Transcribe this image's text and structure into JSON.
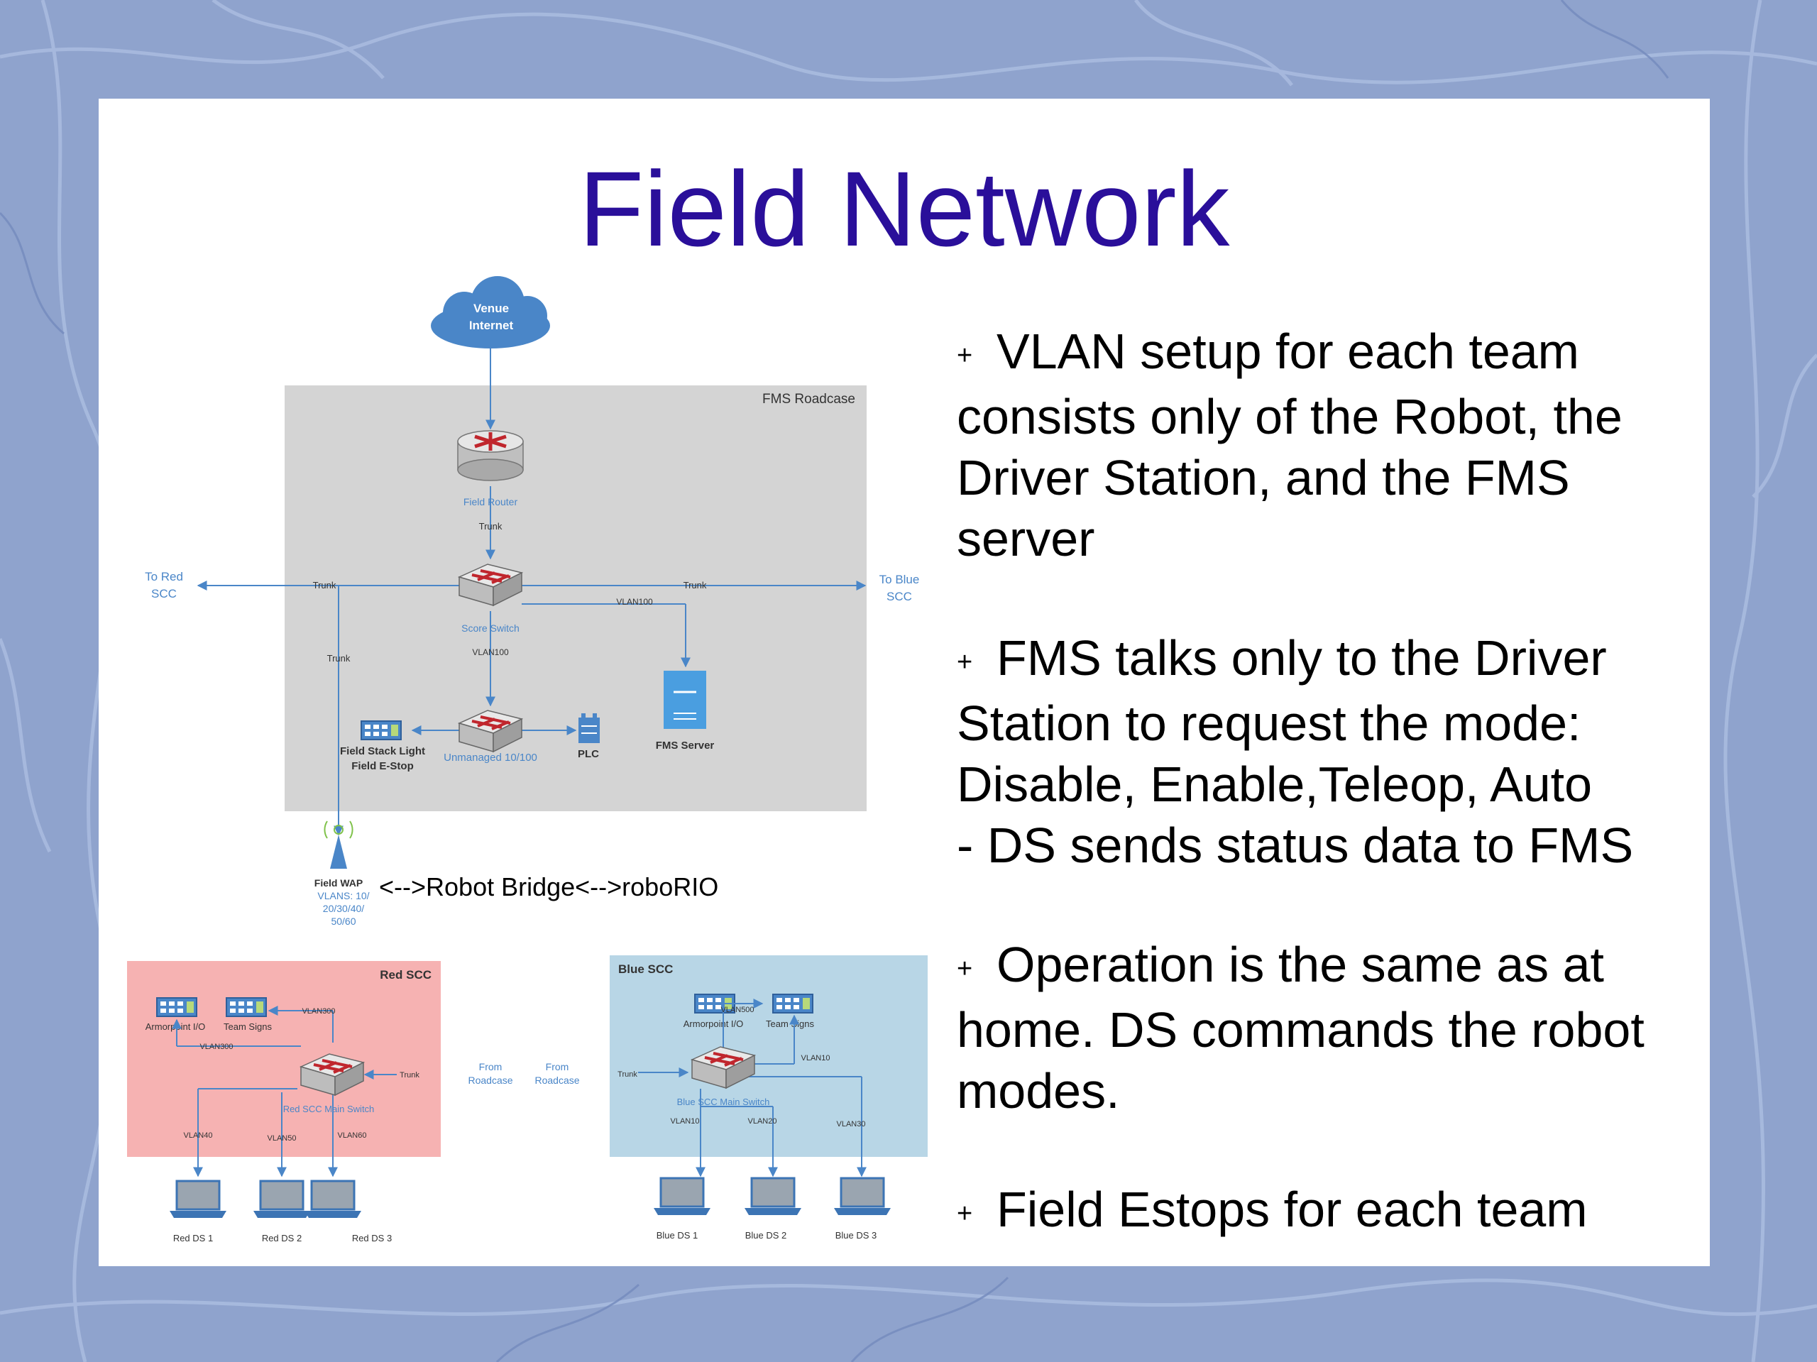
{
  "slide": {
    "title": "Field Network",
    "bullets": [
      {
        "text": "VLAN setup for each team consists only of the Robot, the Driver Station, and the FMS server"
      },
      {
        "text": "FMS talks only to the Driver Station to request the mode: Disable, Enable,Teleop, Auto",
        "continuation": "- DS sends status data to FMS"
      },
      {
        "text": "Operation is the same as at home. DS commands the robot modes."
      },
      {
        "text": "Field Estops for each team"
      }
    ]
  },
  "diagram": {
    "cloud_label_1": "Venue",
    "cloud_label_2": "Internet",
    "roadcase_label": "FMS Roadcase",
    "field_router": "Field Router",
    "trunk": "Trunk",
    "score_switch": "Score Switch",
    "vlan100": "VLAN100",
    "unmanaged": "Unmanaged 10/100",
    "plc": "PLC",
    "fms_server": "FMS Server",
    "stack_light_1": "Field Stack Light",
    "stack_light_2": "Field E-Stop",
    "to_red_1": "To Red",
    "to_red_2": "SCC",
    "to_blue_1": "To Blue",
    "to_blue_2": "SCC",
    "field_wap_1": "Field WAP",
    "field_wap_2": "VLANS: 10/",
    "field_wap_3": "20/30/40/",
    "field_wap_4": "50/60",
    "robot_bridge": "<-->Robot Bridge<-->roboRIO",
    "red_scc": "Red SCC",
    "blue_scc": "Blue SCC",
    "armorpoint": "Armorpoint I/O",
    "team_signs": "Team Signs",
    "red_main_switch": "Red SCC Main Switch",
    "blue_main_switch": "Blue SCC Main Switch",
    "from_roadcase_1": "From",
    "from_roadcase_2": "Roadcase",
    "red_ds": [
      "Red DS 1",
      "Red DS 2",
      "Red DS 3"
    ],
    "blue_ds": [
      "Blue DS 1",
      "Blue DS 2",
      "Blue DS 3"
    ],
    "red_vlan_sw": "VLAN300",
    "red_vlan_arm": "VLAN300",
    "red_vlans": [
      "VLAN40",
      "VLAN50",
      "VLAN60"
    ],
    "blue_vlan_sw": "VLAN500",
    "blue_vlan_mid": "VLAN10",
    "blue_vlans": [
      "VLAN10",
      "VLAN20",
      "VLAN30"
    ]
  },
  "colors": {
    "title": "#2a0f9a",
    "diagram_blue": "#4a86c8",
    "roadcase_gray": "#d4d4d4",
    "red_scc_fill": "#f6b2b2",
    "blue_scc_fill": "#b8d6e6",
    "background": "#8fa3cd"
  }
}
